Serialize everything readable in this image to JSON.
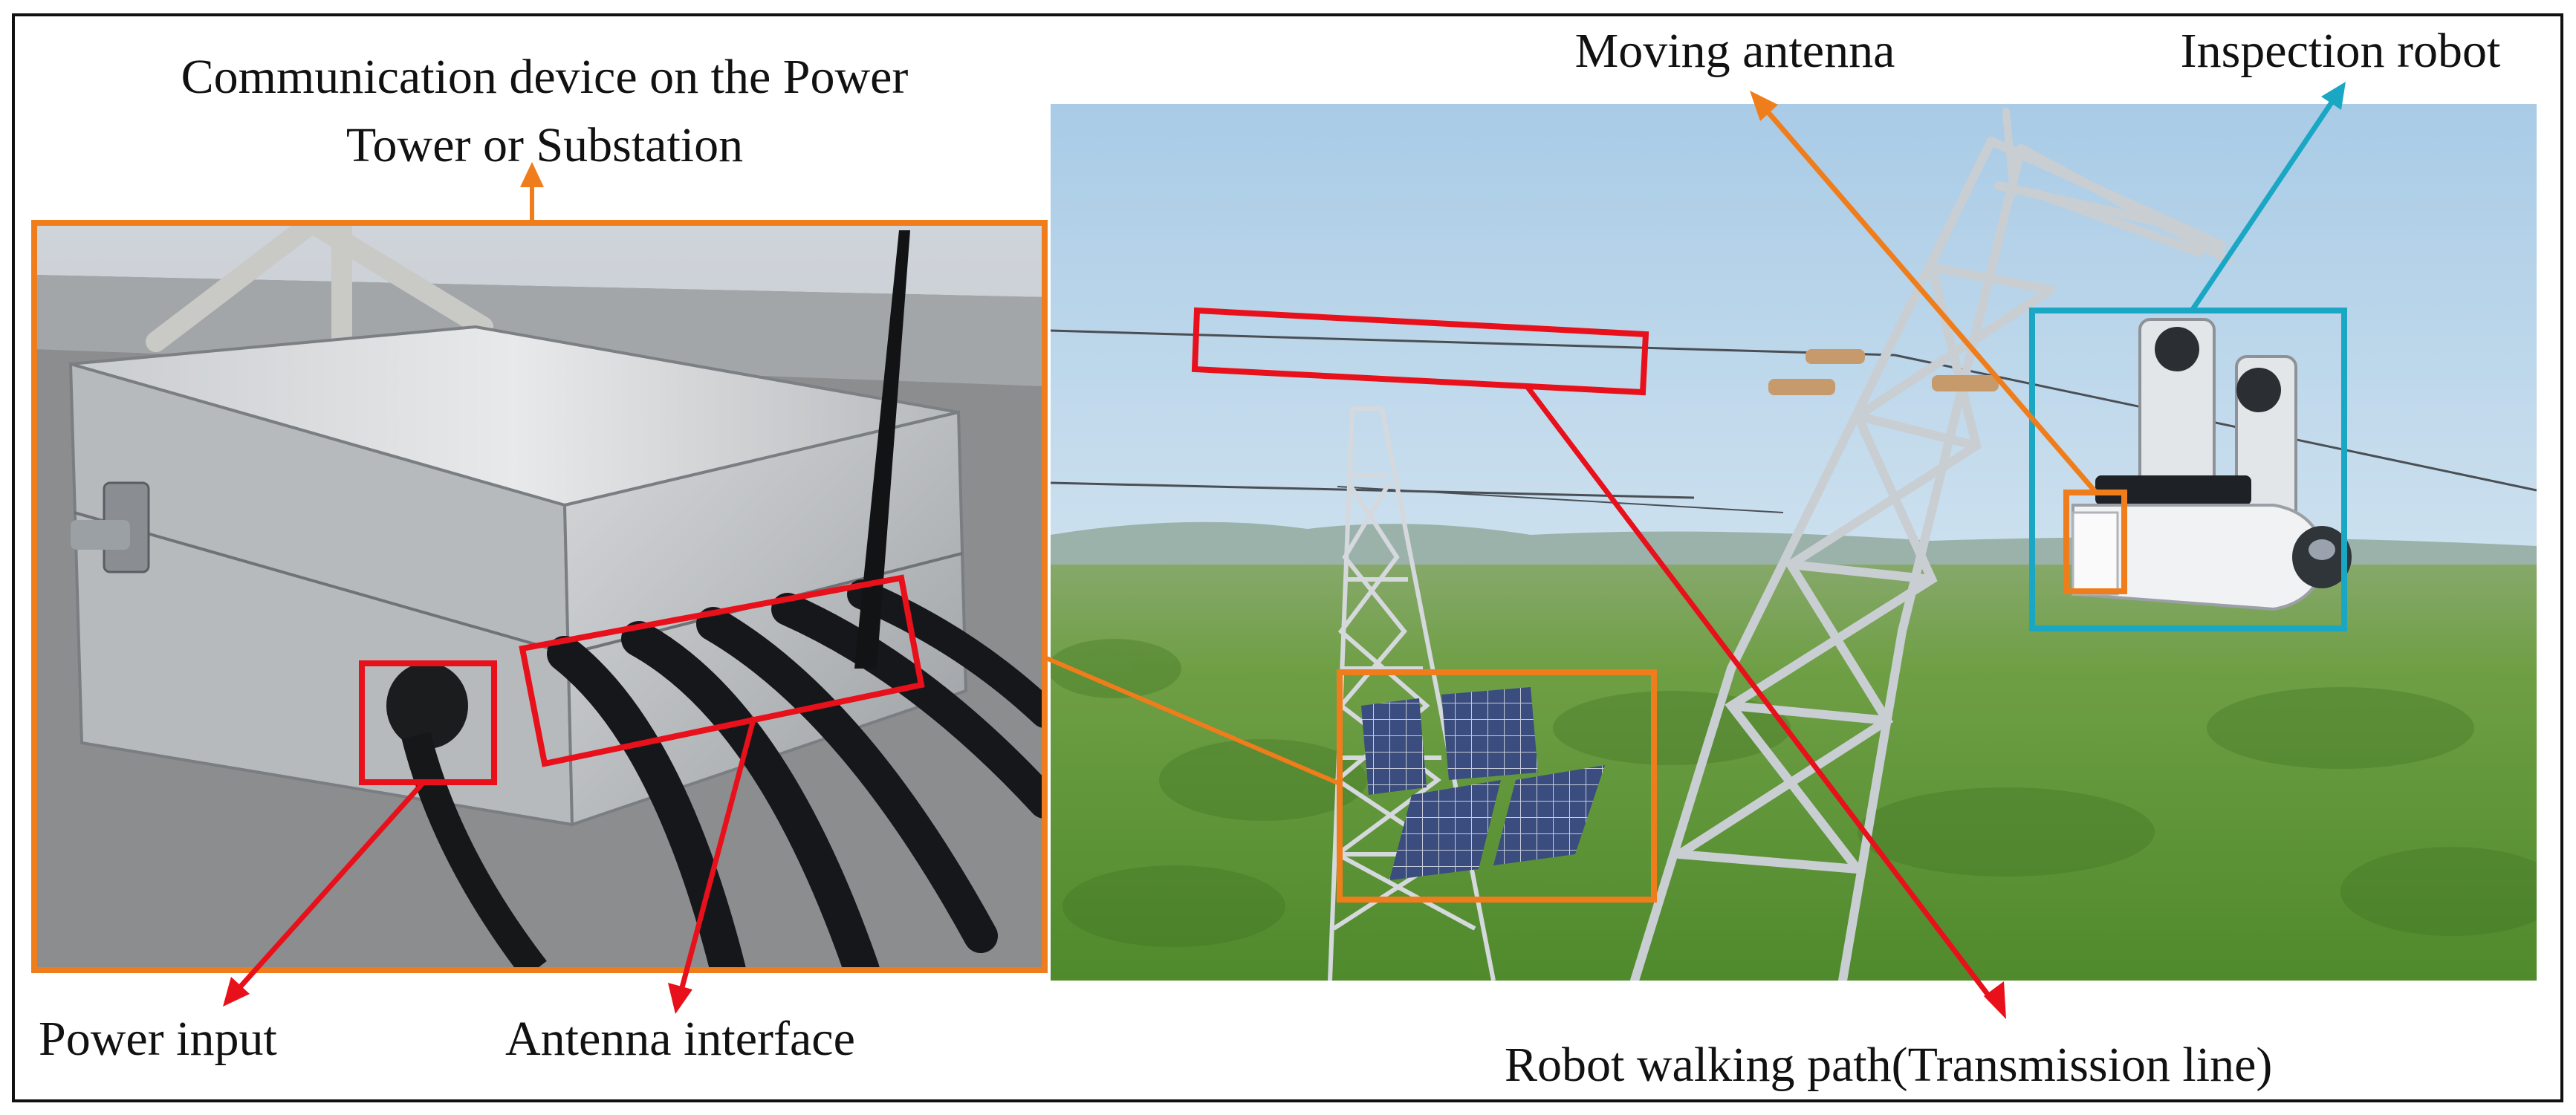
{
  "labels": {
    "comm_device_line1": "Communication device on the Power",
    "comm_device_line2": "Tower or Substation",
    "moving_antenna": "Moving antenna",
    "inspection_robot": "Inspection robot",
    "power_input": "Power input",
    "antenna_interface": "Antenna interface",
    "robot_path": "Robot walking path(Transmission line)"
  },
  "colors": {
    "orange": "#f07d1b",
    "red": "#e8101a",
    "cyan": "#1aa7c4",
    "frame": "#111111"
  }
}
